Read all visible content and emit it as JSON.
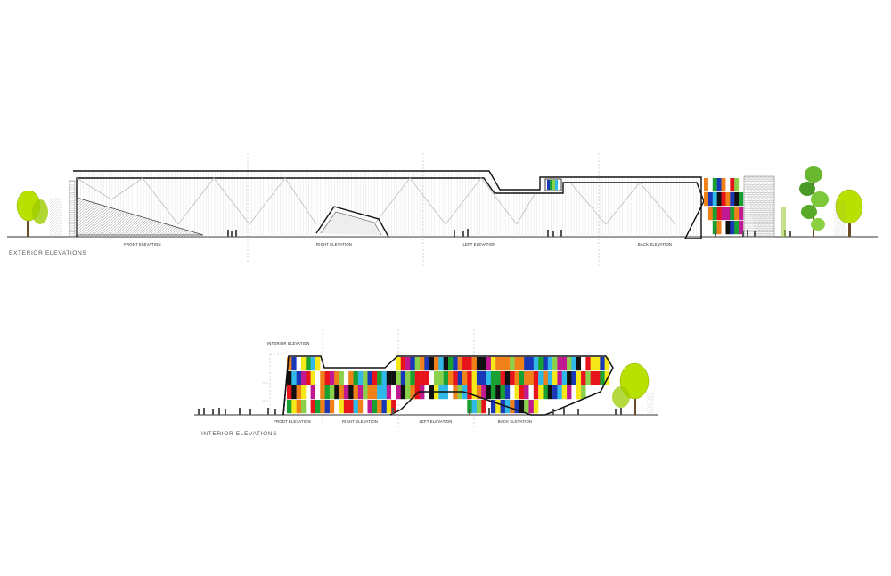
{
  "exterior": {
    "title": "EXTERIOR  ELEVATIONS",
    "labels": [
      "FRONT ELEVATION",
      "RIGHT ELEVATION",
      "LEFT ELEVATION",
      "BACK ELEVATION"
    ]
  },
  "interior": {
    "title": "INTERIOR  ELEVATIONS",
    "heading": "INTERIOR ELEVATION",
    "labels": [
      "FRONT ELEVATION",
      "RIGHT  ELEVATION",
      "LEFT  ELEVATION",
      "BACK  ELEVATION"
    ]
  },
  "colors": {
    "tree": "#b8e000",
    "panel_palette": [
      "#e8141c",
      "#18a030",
      "#1838b8",
      "#f4e818",
      "#f08018",
      "#ffffff",
      "#101010",
      "#30b8e8",
      "#8ad04a",
      "#c01890"
    ]
  }
}
